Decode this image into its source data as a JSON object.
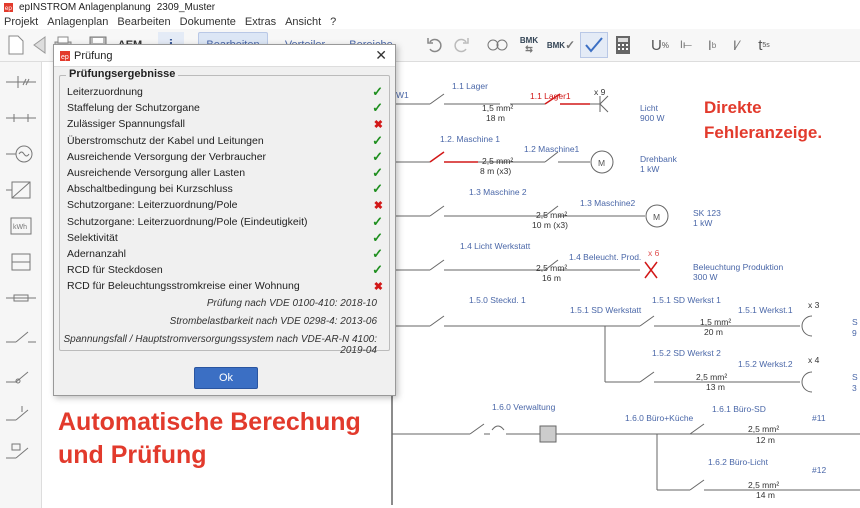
{
  "window": {
    "app": "epINSTROM Anlagenplanung",
    "project": "2309_Muster"
  },
  "menu": [
    "Projekt",
    "Anlagenplan",
    "Bearbeiten",
    "Dokumente",
    "Extras",
    "Ansicht",
    "?"
  ],
  "toolbar": {
    "aem": "AEM",
    "info": "i",
    "tabs": [
      "Bearbeiten",
      "Verteiler",
      "Bereiche"
    ],
    "bmk1": "BMK",
    "bmk2": "BMK",
    "u_label": "U",
    "i_label": "I",
    "t_label": "t"
  },
  "dialog": {
    "title": "Prüfung",
    "group_title": "Prüfungsergebnisse",
    "checks": [
      {
        "label": "Leiterzuordnung",
        "ok": true
      },
      {
        "label": "Staffelung der Schutzorgane",
        "ok": true
      },
      {
        "label": "Zulässiger Spannungsfall",
        "ok": false
      },
      {
        "label": "Überstromschutz der Kabel und Leitungen",
        "ok": true
      },
      {
        "label": "Ausreichende Versorgung der Verbraucher",
        "ok": true
      },
      {
        "label": "Ausreichende Versorgung aller Lasten",
        "ok": true
      },
      {
        "label": "Abschaltbedingung bei Kurzschluss",
        "ok": true
      },
      {
        "label": "Schutzorgane: Leiterzuordnung/Pole",
        "ok": false
      },
      {
        "label": "Schutzorgane: Leiterzuordnung/Pole (Eindeutigkeit)",
        "ok": true
      },
      {
        "label": "Selektivität",
        "ok": true
      },
      {
        "label": "Adernanzahl",
        "ok": true
      },
      {
        "label": "RCD für Steckdosen",
        "ok": true
      },
      {
        "label": "RCD für Beleuchtungsstromkreise einer Wohnung",
        "ok": false
      }
    ],
    "norms": [
      "Prüfung nach VDE 0100-410: 2018-10",
      "Strombelastbarkeit nach VDE 0298-4: 2013-06",
      "Spannungsfall / Hauptstromversorgungssystem nach VDE-AR-N 4100: 2019-04"
    ],
    "ok_button": "Ok"
  },
  "promo": {
    "direct_line1": "Direkte",
    "direct_line2": "Fehleranzeige.",
    "auto_line1": "Automatische Berechung",
    "auto_line2": "und Prüfung"
  },
  "diagram": {
    "w1": "W1",
    "c11_top": "1.1 Lager",
    "c11_mid": "1.1 Lager1",
    "c11_mult": "x 9",
    "c11_cable": "1,5 mm²",
    "c11_len": "18 m",
    "c11_load1": "Licht",
    "c11_load2": "900 W",
    "c12_top": "1.2. Maschine 1",
    "c12_mid": "1.2 Maschine1",
    "c12_cable": "2,5 mm²",
    "c12_len": "8 m (x3)",
    "c12_load1": "Drehbank",
    "c12_load2": "1 kW",
    "c13_top": "1.3 Maschine 2",
    "c13_mid": "1.3 Maschine2",
    "c13_cable": "2,5 mm²",
    "c13_len": "10 m (x3)",
    "c13_load1": "SK 123",
    "c13_load2": "1 kW",
    "c14_top": "1.4 Licht Werkstatt",
    "c14_mid": "1.4 Beleucht. Prod.",
    "c14_mult": "x 6",
    "c14_cable": "2,5 mm²",
    "c14_len": "16 m",
    "c14_load1": "Beleuchtung Produktion",
    "c14_load2": "300 W",
    "c15_top": "1.5.0 Steckd. 1",
    "c151": "1.5.1 SD Werkstatt",
    "c151b": "1.5.1 SD Werkst 1",
    "c151c": "1.5.1 Werkst.1",
    "c151_mult": "x 3",
    "c151_cable": "1,5 mm²",
    "c151_len": "20 m",
    "c152": "1.5.2 SD Werkst 2",
    "c152c": "1.5.2 Werkst.2",
    "c152_mult": "x 4",
    "c152_cable": "2,5 mm²",
    "c152_len": "13 m",
    "c16_top": "1.6.0 Verwaltung",
    "c160": "1.6.0 Büro+Küche",
    "c161": "1.6.1 Büro-SD",
    "c161_num": "#11",
    "c161_cable": "2,5 mm²",
    "c161_len": "12 m",
    "c162": "1.6.2 Büro-Licht",
    "c162_num": "#12",
    "c162_cable": "2,5 mm²",
    "c162_len": "14 m",
    "edge_s1": "S",
    "edge_9": "9",
    "edge_s2": "S",
    "edge_3": "3",
    "motor": "M"
  }
}
